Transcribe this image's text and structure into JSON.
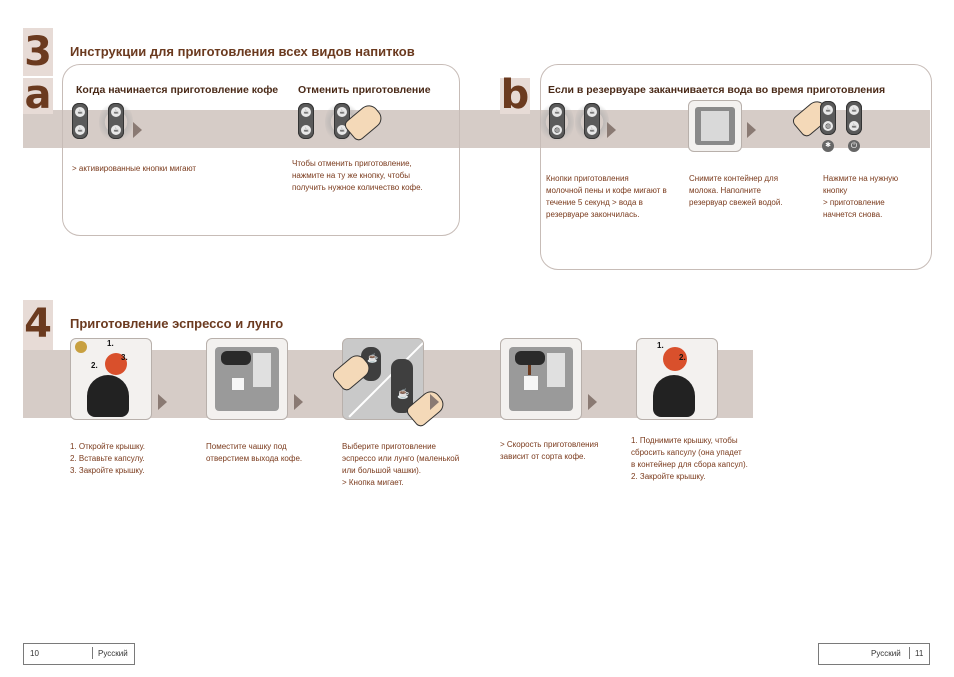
{
  "section3": {
    "number": "3",
    "title": "Инструкции для приготовления всех видов напитков",
    "a": {
      "letter": "a",
      "heading1": "Когда начинается приготовление кофе",
      "heading2": "Отменить приготовление",
      "text1": "> активированные кнопки мигают",
      "text2": "Чтобы отменить приготовление,\nнажмите на ту же кнопку, чтобы\nполучить нужное количество кофе."
    },
    "b": {
      "letter": "b",
      "heading": "Если в резервуаре заканчивается вода во время приготовления",
      "text1": "Кнопки приготовления\nмолочной пены и кофе мигают в\nтечение 5 секунд > вода в\nрезервуаре закончилась.",
      "text2": "Снимите контейнер для\nмолока. Наполните\nрезервуар свежей водой.",
      "text3": "Нажмите на нужную\nкнопку\n> приготовление\nначнется снова."
    }
  },
  "section4": {
    "number": "4",
    "title": "Приготовление эспрессо и лунго",
    "steps": [
      {
        "text": "1. Откройте крышку.\n2. Вставьте капсулу.\n3. Закройте крышку.",
        "markers": [
          "1.",
          "2.",
          "3."
        ]
      },
      {
        "text": "Поместите чашку под\nотверстием выхода кофе."
      },
      {
        "text": "Выберите приготовление\nэспрессо или лунго (маленькой\nили большой чашки).\n> Кнопка мигает."
      },
      {
        "text": "> Скорость приготовления\nзависит от сорта кофе."
      },
      {
        "text": "1. Поднимите крышку, чтобы\nсбросить капсулу (она упадет\nв контейнер для сбора капсул).\n2. Закройте крышку.",
        "markers": [
          "1.",
          "2."
        ]
      }
    ]
  },
  "footer": {
    "left_page": "10",
    "left_lang": "Русский",
    "right_lang": "Русский",
    "right_page": "11"
  },
  "icons": [
    "espresso-cup-icon",
    "lungo-cup-icon",
    "milk-icon",
    "power-icon",
    "milk-froth-icon"
  ],
  "colors": {
    "brand": "#6b3a1f",
    "band": "#d6ccc7",
    "tab": "#e7dbd6"
  }
}
